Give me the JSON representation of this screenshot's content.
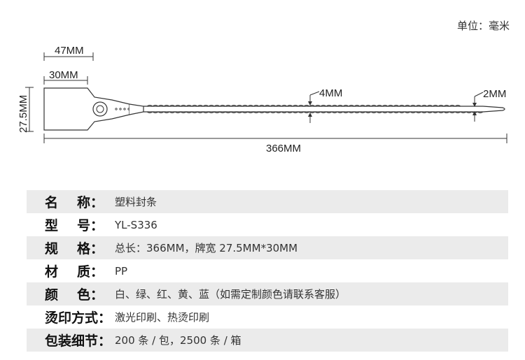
{
  "unit": "单位：毫米",
  "dimensions": {
    "width_47": "47MM",
    "width_30": "30MM",
    "height_27_5": "27.5MM",
    "strap_4": "4MM",
    "tip_2": "2MM",
    "total_366": "366MM"
  },
  "specs": [
    {
      "label_a": "名",
      "label_b": "称：",
      "value": "塑料封条"
    },
    {
      "label_a": "型",
      "label_b": "号：",
      "value": "YL-S336"
    },
    {
      "label_a": "规",
      "label_b": "格：",
      "value": "总长：366MM，牌宽 27.5MM*30MM"
    },
    {
      "label_a": "材",
      "label_b": "质：",
      "value": "PP"
    },
    {
      "label_a": "颜",
      "label_b": "色：",
      "value": "白、绿、红、黄、蓝（如需定制颜色请联系客服）"
    },
    {
      "label_a": "",
      "label_b": "烫印方式：",
      "value": "激光印刷、热烫印刷"
    },
    {
      "label_a": "",
      "label_b": "包装细节：",
      "value": "200 条 / 包，2500 条 / 箱"
    }
  ]
}
